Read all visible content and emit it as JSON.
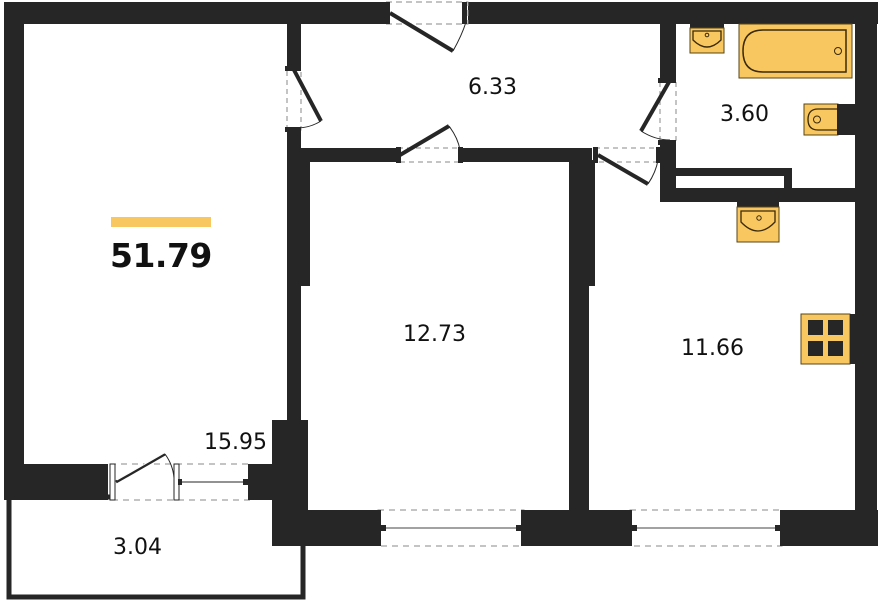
{
  "plan": {
    "total_area": "51.79",
    "accent_color": "#f9c75f",
    "wall_color": "#262626",
    "rooms": [
      {
        "id": "living-room",
        "area": "15.95"
      },
      {
        "id": "hallway",
        "area": "6.33"
      },
      {
        "id": "bathroom",
        "area": "3.60"
      },
      {
        "id": "bedroom",
        "area": "12.73"
      },
      {
        "id": "kitchen",
        "area": "11.66"
      },
      {
        "id": "balcony",
        "area": "3.04"
      }
    ],
    "fixtures": [
      {
        "id": "bathroom-sink",
        "icon": "sink-icon"
      },
      {
        "id": "bathtub",
        "icon": "bathtub-icon"
      },
      {
        "id": "toilet",
        "icon": "toilet-icon"
      },
      {
        "id": "kitchen-sink",
        "icon": "sink-icon"
      },
      {
        "id": "stove",
        "icon": "stove-icon"
      }
    ]
  }
}
